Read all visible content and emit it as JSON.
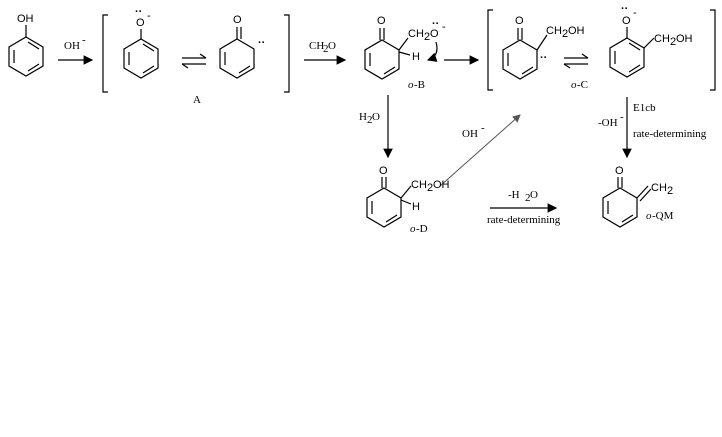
{
  "atoms": {
    "oh": "OH",
    "o": "O",
    "ch2": "CH",
    "ch2oh": "CH",
    "oh_tail": "OH",
    "h": "H",
    "two": "2"
  },
  "reagents": {
    "hydroxide": "OH",
    "minus": "-",
    "formaldehyde_ch": "CH",
    "formaldehyde_o": "O",
    "water_h": "H",
    "water_o": "O",
    "hydroxide_2": "OH",
    "minus_oh": "-OH",
    "dehydration": "-H",
    "dehydration_o": "O"
  },
  "labels": {
    "A": "A",
    "B_italic": "o",
    "B": "-B",
    "C_italic": "o",
    "C": "-C",
    "D_italic": "o",
    "D": "-D",
    "QM_italic": "o",
    "QM": "-QM",
    "e1cb": "E1cb",
    "rate_1": "rate-determining",
    "rate_2": "rate-determining"
  },
  "charges": {
    "minus": "-",
    "dots": "··"
  }
}
